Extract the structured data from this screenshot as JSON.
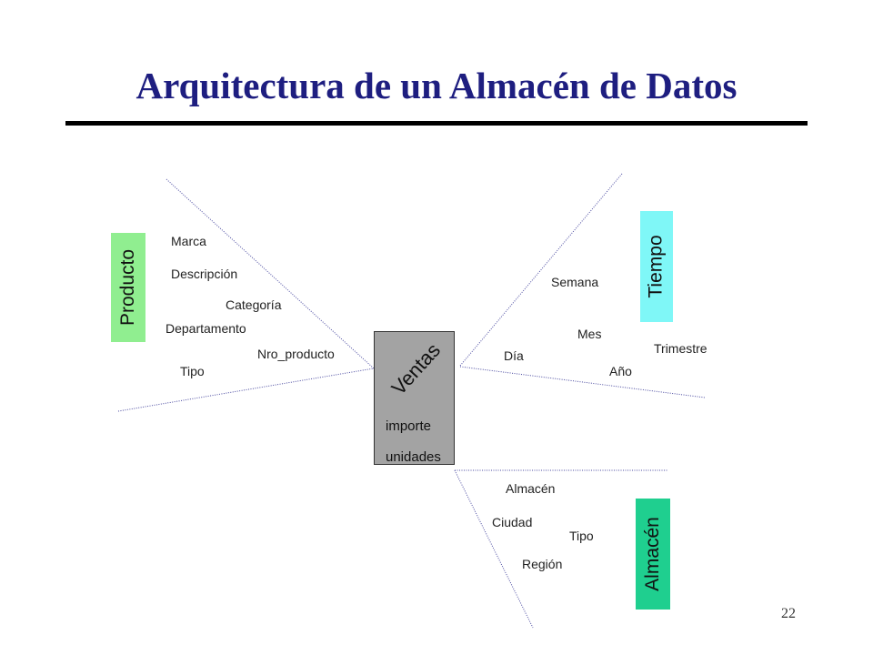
{
  "title": "Arquitectura de un Almacén de Datos",
  "page_number": "22",
  "fact_table": {
    "name": "Ventas",
    "measures": [
      "importe",
      "unidades"
    ],
    "fill_color": "#a3a3a3"
  },
  "dimensions": {
    "producto": {
      "name": "Producto",
      "color": "#90ee90",
      "attributes": [
        "Marca",
        "Descripción",
        "Categoría",
        "Departamento",
        "Nro_producto",
        "Tipo"
      ]
    },
    "tiempo": {
      "name": "Tiempo",
      "color": "#7ff7f7",
      "attributes": [
        "Semana",
        "Mes",
        "Día",
        "Año",
        "Trimestre"
      ]
    },
    "almacen": {
      "name": "Almacén",
      "color": "#1fcf8f",
      "attributes": [
        "Almacén",
        "Ciudad",
        "Tipo",
        "Región"
      ]
    }
  },
  "colors": {
    "title": "#1e1e80",
    "axis_lines": "#4a4aa0"
  }
}
